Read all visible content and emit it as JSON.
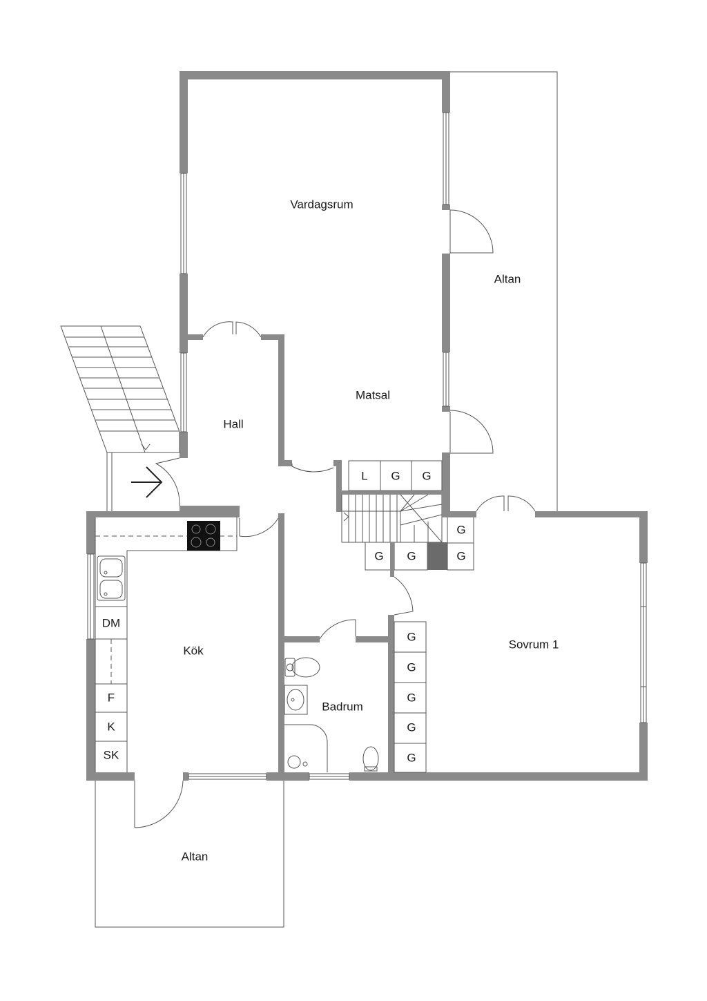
{
  "rooms": {
    "vardagsrum": "Vardagsrum",
    "altan_top": "Altan",
    "matsal": "Matsal",
    "hall": "Hall",
    "kok": "Kök",
    "badrum": "Badrum",
    "sovrum": "Sovrum 1",
    "altan_bottom": "Altan"
  },
  "storage": {
    "l": "L",
    "g": "G"
  },
  "kitchen_units": {
    "dm": "DM",
    "f": "F",
    "k": "K",
    "sk": "SK"
  },
  "colors": {
    "wall": "#8a8a8a",
    "line": "#555555",
    "background": "#ffffff"
  },
  "icons": [
    "entrance-arrow-icon",
    "stove-icon",
    "sink-icon",
    "toilet-icon",
    "washbasin-icon"
  ]
}
